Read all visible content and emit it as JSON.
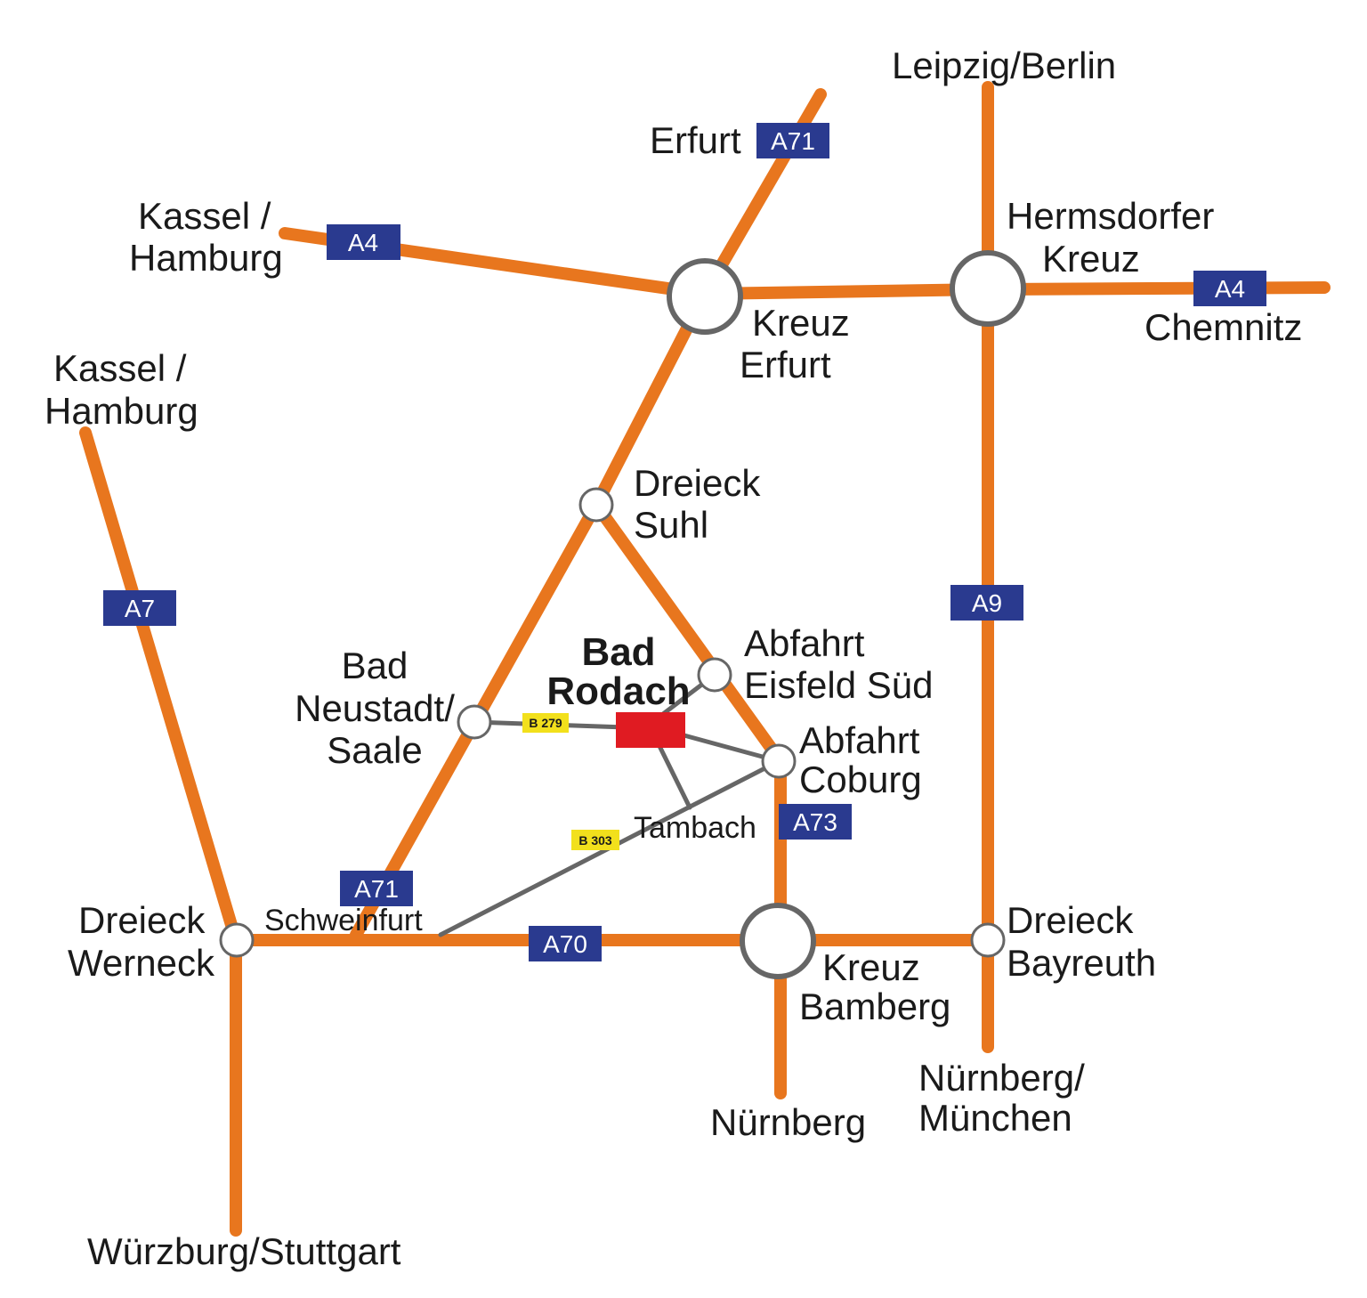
{
  "colors": {
    "motorway": "#e8761e",
    "road": "#666666",
    "shield_blue": "#2a3a8f",
    "bshield_yellow": "#f2e01c",
    "destination_marker": "#e01b22"
  },
  "destination": {
    "line1": "Bad",
    "line2": "Rodach"
  },
  "motorway_shields": {
    "a71_north": "A71",
    "a4_west": "A4",
    "a4_east": "A4",
    "a7": "A7",
    "a9": "A9",
    "a73": "A73",
    "a71_south": "A71",
    "a70": "A70"
  },
  "road_shields": {
    "b279": "B 279",
    "b303": "B 303"
  },
  "places": {
    "leipzig_berlin": "Leipzig/Berlin",
    "erfurt": "Erfurt",
    "kassel_hamburg_1": {
      "line1": "Kassel /",
      "line2": "Hamburg"
    },
    "kassel_hamburg_2": {
      "line1": "Kassel /",
      "line2": "Hamburg"
    },
    "hermsdorfer_kreuz": {
      "line1": "Hermsdorfer",
      "line2": "Kreuz"
    },
    "chemnitz": "Chemnitz",
    "kreuz_erfurt": {
      "line1": "Kreuz",
      "line2": "Erfurt"
    },
    "dreieck_suhl": {
      "line1": "Dreieck",
      "line2": "Suhl"
    },
    "abfahrt_eisfeld_sued": {
      "line1": "Abfahrt",
      "line2": "Eisfeld Süd"
    },
    "bad_neustadt_saale": {
      "line1": "Bad",
      "line2": "Neustadt/",
      "line3": "Saale"
    },
    "abfahrt_coburg": {
      "line1": "Abfahrt",
      "line2": "Coburg"
    },
    "tambach": "Tambach",
    "schweinfurt": "Schweinfurt",
    "dreieck_werneck": {
      "line1": "Dreieck",
      "line2": "Werneck"
    },
    "kreuz_bamberg": {
      "line1": "Kreuz",
      "line2": "Bamberg"
    },
    "dreieck_bayreuth": {
      "line1": "Dreieck",
      "line2": "Bayreuth"
    },
    "nuernberg": "Nürnberg",
    "nuernberg_muenchen": {
      "line1": "Nürnberg/",
      "line2": "München"
    },
    "wuerzburg_stuttgart": "Würzburg/Stuttgart"
  }
}
